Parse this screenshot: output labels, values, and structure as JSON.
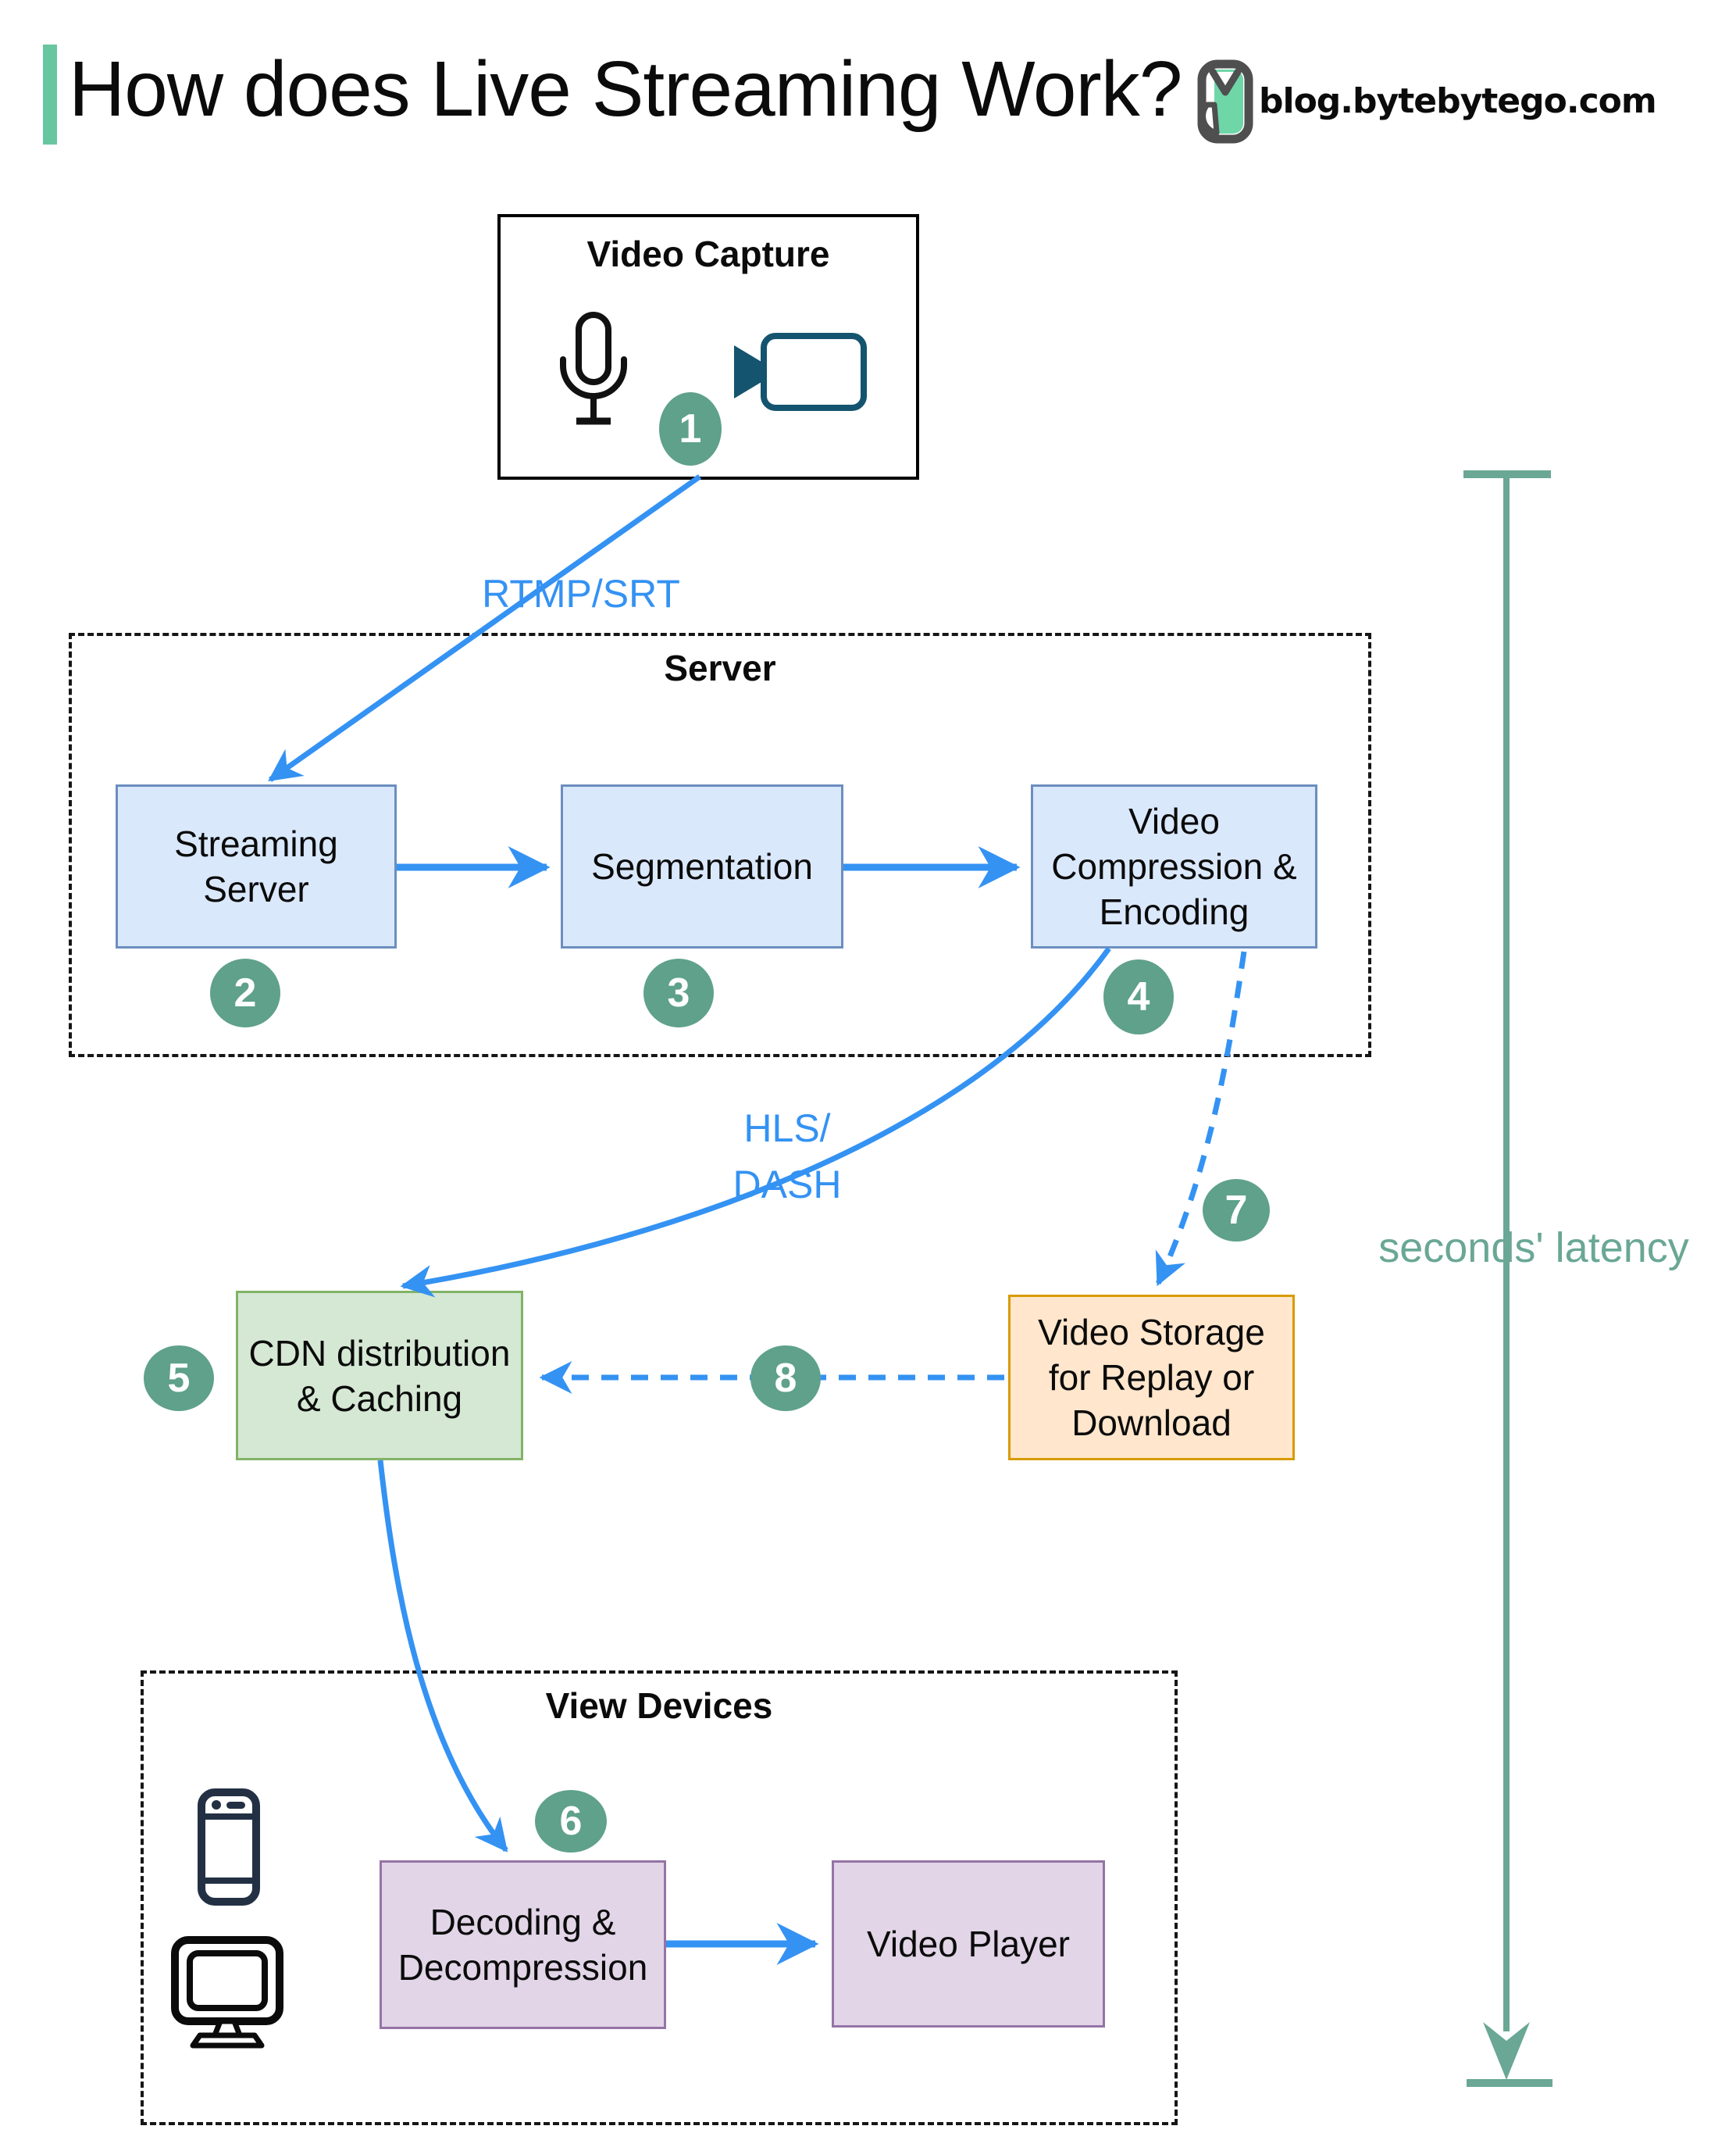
{
  "header": {
    "title": "How does Live Streaming Work?",
    "site": "blog.bytebytego.com",
    "logo": "bytebytego-owl-logo"
  },
  "groups": {
    "server": {
      "label": "Server"
    },
    "view_devices": {
      "label": "View Devices"
    }
  },
  "nodes": {
    "video_capture": {
      "label": "Video Capture",
      "badge": "1",
      "icons": [
        "microphone-icon",
        "video-camera-icon"
      ]
    },
    "streaming_server": {
      "label": "Streaming\nServer",
      "badge": "2"
    },
    "segmentation": {
      "label": "Segmentation",
      "badge": "3"
    },
    "video_compression": {
      "label": "Video\nCompression &\nEncoding",
      "badge": "4"
    },
    "cdn": {
      "label": "CDN distribution\n& Caching",
      "badge": "5"
    },
    "video_storage": {
      "label": "Video Storage\nfor Replay or\nDownload"
    },
    "decoding": {
      "label": "Decoding &\nDecompression",
      "badge": "6"
    },
    "video_player": {
      "label": "Video Player"
    }
  },
  "edges": {
    "rtmp_label": "RTMP/SRT",
    "hls_label": "HLS/\nDASH",
    "badge_7": "7",
    "badge_8": "8"
  },
  "latency": {
    "label": "seconds' latency"
  },
  "view_device_icons": [
    "smartphone-icon",
    "desktop-monitor-icon"
  ],
  "colors": {
    "accent": "#67C6A0",
    "arrow": "#3492F3",
    "badge": "#5FA18B",
    "latency": "#6AA795",
    "blue_fill": "#DAE8FC",
    "blue_border": "#6C8EBF",
    "green_fill": "#D5E8D4",
    "green_border": "#82B366",
    "orange_fill": "#FFE6CC",
    "orange_border": "#D79B00",
    "purple_fill": "#E1D5E7",
    "purple_border": "#9673A6",
    "camera": "#14546F",
    "phone": "#233044"
  }
}
